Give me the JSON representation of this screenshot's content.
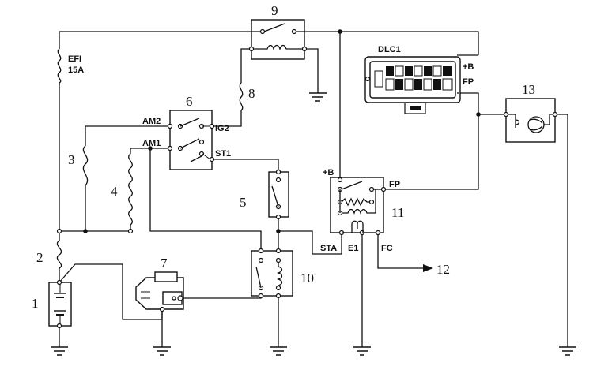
{
  "components": {
    "n1": "1",
    "n2": "2",
    "n3": "3",
    "n4": "4",
    "n5": "5",
    "n6": "6",
    "n7": "7",
    "n8": "8",
    "n9": "9",
    "n10": "10",
    "n11": "11",
    "n12": "12",
    "n13": "13"
  },
  "labels": {
    "efi": "EFI",
    "efi_amp": "15A",
    "dlc1": "DLC1",
    "dlc_b": "+B",
    "dlc_fp": "FP",
    "am2": "AM2",
    "am1": "AM1",
    "ig2": "IG2",
    "st1": "ST1",
    "relay_b": "+B",
    "relay_fp": "FP",
    "sta": "STA",
    "e1": "E1",
    "fc": "FC"
  }
}
